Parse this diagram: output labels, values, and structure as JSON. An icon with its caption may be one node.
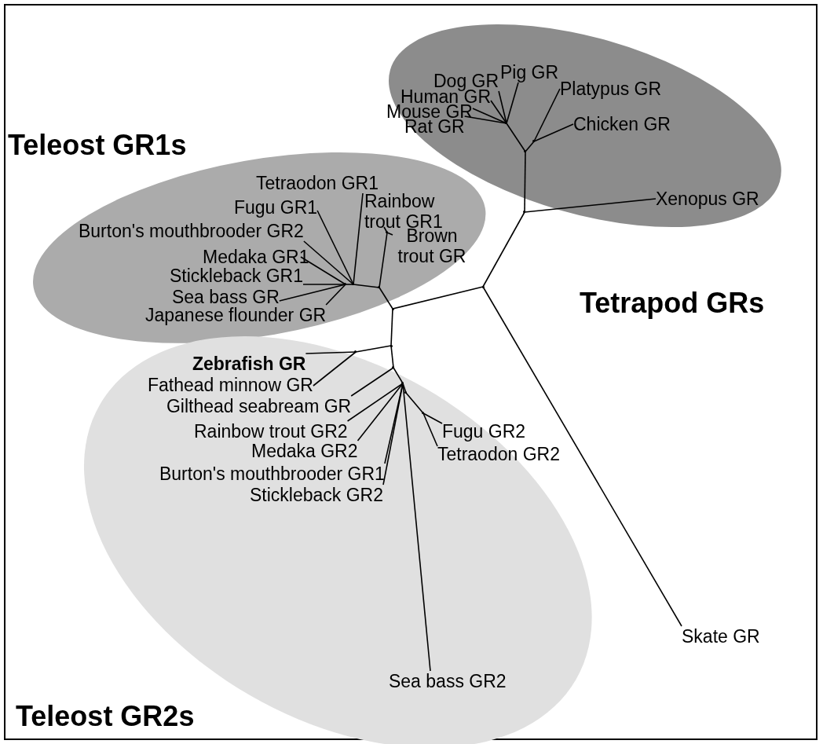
{
  "diagram": {
    "nodes": [
      {
        "text": [
          "Tetrapod GRs"
        ]
      },
      {
        "text": [
          "Dog GR"
        ],
        "in": 0
      },
      {
        "text": [
          "Pig GR"
        ],
        "in": 0
      },
      {
        "text": [
          "Human GR"
        ],
        "in": 0
      },
      {
        "text": [
          "Platypus GR"
        ],
        "in": 0
      },
      {
        "text": [
          "Mouse GR"
        ],
        "in": 0
      },
      {
        "text": [
          "Rat GR"
        ],
        "in": 0
      },
      {
        "text": [
          "Chicken GR"
        ],
        "in": 0
      },
      {
        "text": [
          "Xenopus GR"
        ],
        "in": 0
      },
      {
        "text": [
          "Teleost GR1s"
        ]
      },
      {
        "text": [
          "Tetraodon GR1"
        ],
        "in": 9
      },
      {
        "text": [
          "Fugu GR1"
        ],
        "in": 9
      },
      {
        "text": [
          "Rainbow trout GR1"
        ],
        "in": 9
      },
      {
        "text": [
          "Burton's mouthbrooder GR2"
        ],
        "in": 9
      },
      {
        "text": [
          "Brown trout GR"
        ],
        "in": 9
      },
      {
        "text": [
          "Medaka GR1"
        ],
        "in": 9
      },
      {
        "text": [
          "Stickleback GR1"
        ],
        "in": 9
      },
      {
        "text": [
          "Sea bass GR"
        ],
        "in": 9
      },
      {
        "text": [
          "Japanese flounder GR"
        ],
        "in": 9
      },
      {
        "text": [
          "Teleost GR2s"
        ]
      },
      {
        "text": [
          "Zebrafish GR"
        ],
        "in": 19
      },
      {
        "text": [
          "Fathead minnow GR"
        ],
        "in": 19
      },
      {
        "text": [
          "Gilthead seabream GR"
        ],
        "in": 19
      },
      {
        "text": [
          "Rainbow trout GR2"
        ],
        "in": 19
      },
      {
        "text": [
          "Fugu GR2"
        ],
        "in": 19
      },
      {
        "text": [
          "Medaka GR2"
        ],
        "in": 19
      },
      {
        "text": [
          "Tetraodon GR2"
        ],
        "in": 19
      },
      {
        "text": [
          "Burton's mouthbrooder GR1"
        ],
        "in": 19
      },
      {
        "text": [
          "Stickleback GR2"
        ],
        "in": 19
      },
      {
        "text": [
          "Sea bass GR2"
        ],
        "in": 19
      },
      {
        "text": [
          "Skate GR"
        ]
      },
      {
        "text": [],
        "shape": "point",
        "in": 0
      },
      {
        "text": [],
        "shape": "point",
        "in": 0
      },
      {
        "text": [],
        "shape": "point",
        "in": 0
      },
      {
        "text": [],
        "shape": "point",
        "in": 0
      },
      {
        "text": [],
        "shape": "point"
      },
      {
        "text": [],
        "shape": "point"
      },
      {
        "text": [],
        "shape": "point",
        "in": 9
      },
      {
        "text": [],
        "shape": "point",
        "in": 9
      },
      {
        "text": [],
        "shape": "point",
        "in": 9
      },
      {
        "text": [],
        "shape": "point",
        "in": 9
      },
      {
        "text": [],
        "shape": "point"
      },
      {
        "text": [],
        "shape": "point",
        "in": 19
      },
      {
        "text": [],
        "shape": "point",
        "in": 19
      },
      {
        "text": [],
        "shape": "point",
        "in": 19
      },
      {
        "text": [],
        "shape": "point",
        "in": 19
      },
      {
        "text": [],
        "shape": "point",
        "in": 19
      }
    ],
    "edges": [
      {
        "from": 1,
        "to": 31,
        "arrow": "none"
      },
      {
        "from": 2,
        "to": 31,
        "arrow": "none"
      },
      {
        "from": 3,
        "to": 31,
        "arrow": "none"
      },
      {
        "from": 4,
        "to": 32,
        "arrow": "none"
      },
      {
        "from": 5,
        "to": 31,
        "arrow": "none"
      },
      {
        "from": 6,
        "to": 31,
        "arrow": "none"
      },
      {
        "from": 7,
        "to": 32,
        "arrow": "none"
      },
      {
        "from": 8,
        "to": 34,
        "arrow": "none"
      },
      {
        "from": 10,
        "to": 39,
        "arrow": "none"
      },
      {
        "from": 11,
        "to": 39,
        "arrow": "none"
      },
      {
        "from": 12,
        "to": 38,
        "arrow": "none"
      },
      {
        "from": 13,
        "to": 39,
        "arrow": "none"
      },
      {
        "from": 14,
        "to": 38,
        "arrow": "none"
      },
      {
        "from": 15,
        "to": 40,
        "arrow": "none"
      },
      {
        "from": 16,
        "to": 40,
        "arrow": "none"
      },
      {
        "from": 17,
        "to": 40,
        "arrow": "none"
      },
      {
        "from": 18,
        "to": 40,
        "arrow": "none"
      },
      {
        "from": 20,
        "to": 42,
        "arrow": "none"
      },
      {
        "from": 21,
        "to": 42,
        "arrow": "none"
      },
      {
        "from": 22,
        "to": 43,
        "arrow": "none"
      },
      {
        "from": 23,
        "to": 44,
        "arrow": "none"
      },
      {
        "from": 24,
        "to": 46,
        "arrow": "none"
      },
      {
        "from": 25,
        "to": 44,
        "arrow": "none"
      },
      {
        "from": 26,
        "to": 46,
        "arrow": "none"
      },
      {
        "from": 27,
        "to": 44,
        "arrow": "none"
      },
      {
        "from": 28,
        "to": 44,
        "arrow": "none"
      },
      {
        "from": 29,
        "to": 44,
        "arrow": "none"
      },
      {
        "from": 30,
        "to": 35,
        "arrow": "none"
      },
      {
        "from": 34,
        "to": 33,
        "arrow": "none"
      },
      {
        "from": 33,
        "to": 31,
        "arrow": "none"
      },
      {
        "from": 33,
        "to": 32,
        "arrow": "none"
      },
      {
        "from": 34,
        "to": 35,
        "arrow": "none"
      },
      {
        "from": 35,
        "to": 36,
        "arrow": "none"
      },
      {
        "from": 36,
        "to": 37,
        "arrow": "none"
      },
      {
        "from": 37,
        "to": 38,
        "arrow": "none"
      },
      {
        "from": 37,
        "to": 39,
        "arrow": "none"
      },
      {
        "from": 39,
        "to": 40,
        "arrow": "none"
      },
      {
        "from": 36,
        "to": 41,
        "arrow": "none"
      },
      {
        "from": 41,
        "to": 42,
        "arrow": "none"
      },
      {
        "from": 41,
        "to": 43,
        "arrow": "none"
      },
      {
        "from": 43,
        "to": 44,
        "arrow": "none"
      },
      {
        "from": 44,
        "to": 45,
        "arrow": "none"
      },
      {
        "from": 45,
        "to": 46,
        "arrow": "none"
      }
    ]
  }
}
